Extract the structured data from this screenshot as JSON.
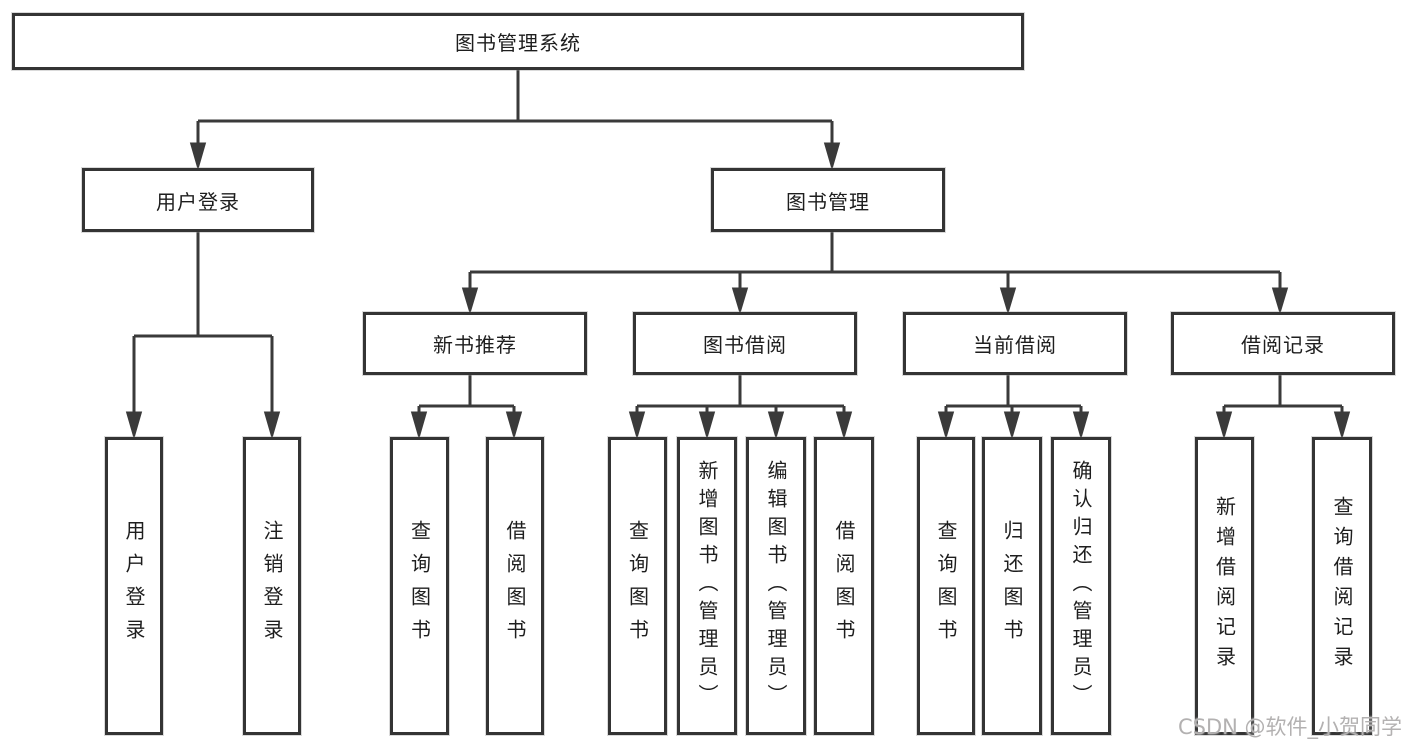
{
  "tree": {
    "label": "图书管理系统",
    "children": [
      {
        "label": "用户登录",
        "children": [
          {
            "label": "用户登录"
          },
          {
            "label": "注销登录"
          }
        ]
      },
      {
        "label": "图书管理",
        "children": [
          {
            "label": "新书推荐",
            "children": [
              {
                "label": "查询图书"
              },
              {
                "label": "借阅图书"
              }
            ]
          },
          {
            "label": "图书借阅",
            "children": [
              {
                "label": "查询图书"
              },
              {
                "label": "新增图书（管理员）"
              },
              {
                "label": "编辑图书（管理员）"
              },
              {
                "label": "借阅图书"
              }
            ]
          },
          {
            "label": "当前借阅",
            "children": [
              {
                "label": "查询图书"
              },
              {
                "label": "归还图书"
              },
              {
                "label": "确认归还（管理员）"
              }
            ]
          },
          {
            "label": "借阅记录",
            "children": [
              {
                "label": "新增借阅记录"
              },
              {
                "label": "查询借阅记录"
              }
            ]
          }
        ]
      }
    ]
  },
  "watermark": "CSDN @软件_小贺同学",
  "colors": {
    "line": "#3a3a3a",
    "box_border": "#343434",
    "text": "#1e1e1e",
    "watermark": "#b3b1b1",
    "background": "#ffffff"
  }
}
